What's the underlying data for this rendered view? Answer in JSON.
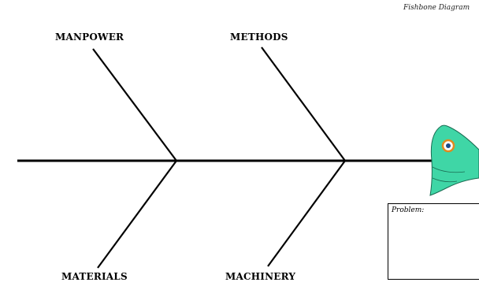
{
  "header": {
    "title": "Fishbone Diagram"
  },
  "categories": {
    "top_left": "MANPOWER",
    "top_right": "METHODS",
    "bottom_left": "MATERIALS",
    "bottom_right": "MACHINERY"
  },
  "problem": {
    "label": "Problem:",
    "value": ""
  },
  "colors": {
    "fish_body": "#3fd6a6",
    "fish_eye_ring": "#e08a20",
    "lines": "#000000"
  }
}
